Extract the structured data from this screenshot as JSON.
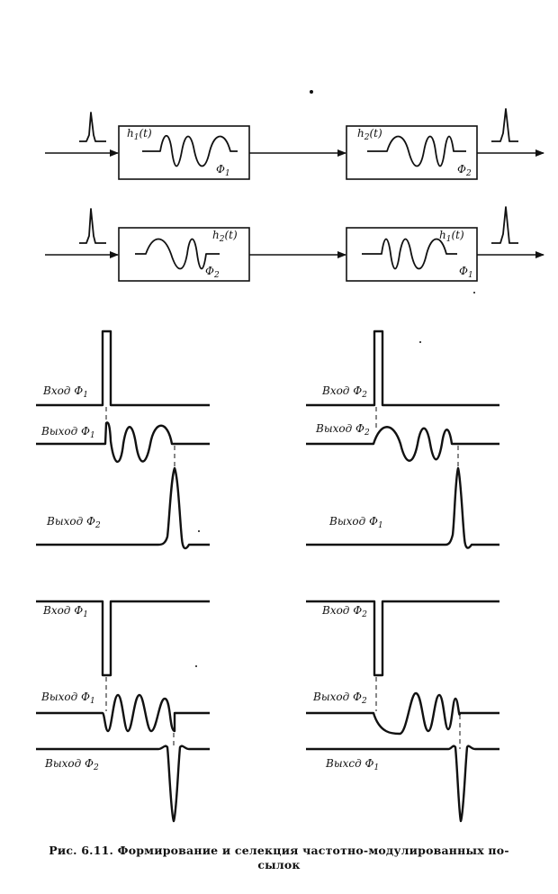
{
  "blocks": {
    "row1_left": {
      "impulse": "h",
      "impulse_sub": "1",
      "arg": "(t)",
      "filter": "Ф",
      "filter_sub": "1"
    },
    "row1_right": {
      "impulse": "h",
      "impulse_sub": "2",
      "arg": "(t)",
      "filter": "Ф",
      "filter_sub": "2"
    },
    "row2_left": {
      "impulse": "h",
      "impulse_sub": "2",
      "arg": "(t)",
      "filter": "Ф",
      "filter_sub": "2"
    },
    "row2_right": {
      "impulse": "h",
      "impulse_sub": "1",
      "arg": "(t)",
      "filter": "Ф",
      "filter_sub": "1"
    }
  },
  "timing": {
    "panel_a": {
      "input": "Вход Ф",
      "input_sub": "1",
      "output1": "Выход Ф",
      "output1_sub": "1",
      "output2": "Выход Ф",
      "output2_sub": "2"
    },
    "panel_b": {
      "input": "Вход Ф",
      "input_sub": "2",
      "output1": "Выход Ф",
      "output1_sub": "2",
      "output2": "Выход Ф",
      "output2_sub": "1"
    },
    "panel_c": {
      "input": "Вход Ф",
      "input_sub": "1",
      "output1": "Выход Ф",
      "output1_sub": "1",
      "output2": "Выход Ф",
      "output2_sub": "2"
    },
    "panel_d": {
      "input": "Вход Ф",
      "input_sub": "2",
      "output1": "Выход Ф",
      "output1_sub": "2",
      "output2": "Выхсд Ф",
      "output2_sub": "1"
    }
  },
  "caption": {
    "line1": "Рис. 6.11. Формирование и селекция частотно-модулированных по-",
    "line2": "сылок"
  }
}
